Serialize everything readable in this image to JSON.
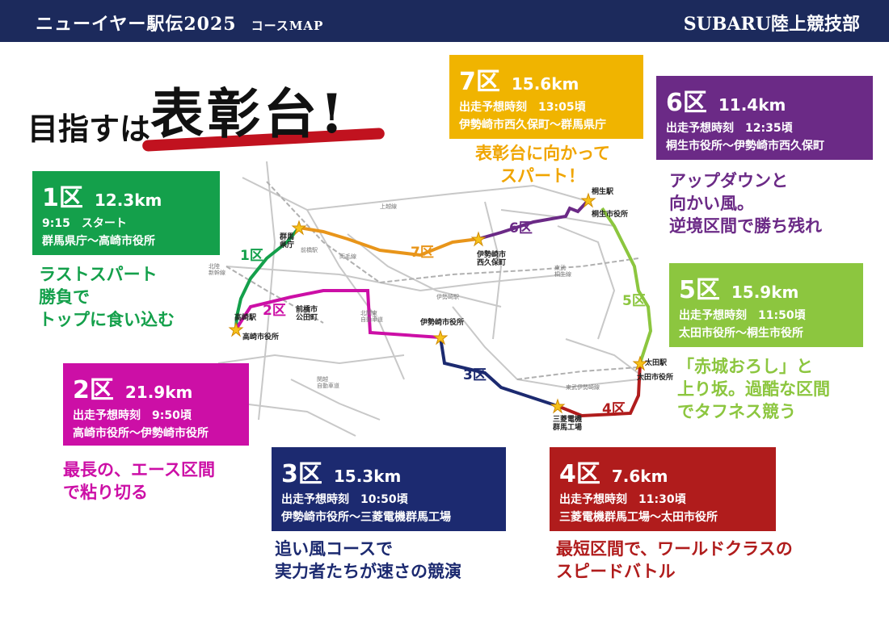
{
  "header": {
    "title": "ニューイヤー駅伝2025",
    "subtitle": "コースMAP",
    "team": "SUBARU陸上競技部"
  },
  "slogan": {
    "prefix": "目指すは",
    "main": "表彰台!"
  },
  "map_labels": {
    "gunma_pref": "群馬\n県庁",
    "maebashi_st": "前橋駅",
    "maebashi_city": "前橋市\n公田町",
    "takasaki_st": "高崎駅",
    "takasaki_city": "高崎市役所",
    "isesaki_city": "伊勢崎市役所",
    "isesaki_st": "伊勢崎駅",
    "mitsubishi": "三菱電機\n群馬工場",
    "ota_st": "太田駅",
    "ota_city": "太田市役所",
    "kiryu_st": "桐生駅",
    "kiryu_city": "桐生市役所",
    "nishikubo": "伊勢崎市\n西久保町",
    "joetsu": "上越線",
    "ryomo": "両毛線",
    "hokuriku": "北陸\n新幹線",
    "kitakanto": "北関東\n自動車道",
    "kanetsu": "関越\n自動車道",
    "tobu": "東武伊勢崎線",
    "tobu_kiryu": "東武\n桐生線"
  },
  "sections": [
    {
      "id": "1",
      "label": "1区",
      "dist": "12.3km",
      "line1": "9:15　スタート",
      "line2": "群馬県庁〜高崎市役所",
      "tagline": "ラストスパート\n勝負で\nトップに食い込む",
      "color": "#14a04b"
    },
    {
      "id": "2",
      "label": "2区",
      "dist": "21.9km",
      "line1": "出走予想時刻　9:50頃",
      "line2": "高崎市役所〜伊勢崎市役所",
      "tagline": "最長の、エース区間\nで粘り切る",
      "color": "#cc0fa6"
    },
    {
      "id": "3",
      "label": "3区",
      "dist": "15.3km",
      "line1": "出走予想時刻　10:50頃",
      "line2": "伊勢崎市役所〜三菱電機群馬工場",
      "tagline": "追い風コースで\n実力者たちが速さの競演",
      "color": "#1c2a70"
    },
    {
      "id": "4",
      "label": "4区",
      "dist": "7.6km",
      "line1": "出走予想時刻　11:30頃",
      "line2": "三菱電機群馬工場〜太田市役所",
      "tagline": "最短区間で、ワールドクラスの\nスピードバトル",
      "color": "#b01c1c"
    },
    {
      "id": "5",
      "label": "5区",
      "dist": "15.9km",
      "line1": "出走予想時刻　11:50頃",
      "line2": "太田市役所〜桐生市役所",
      "tagline": "「赤城おろし」と\n上り坂。過酷な区間\nでタフネス競う",
      "color": "#8cc63f"
    },
    {
      "id": "6",
      "label": "6区",
      "dist": "11.4km",
      "line1": "出走予想時刻　12:35頃",
      "line2": "桐生市役所〜伊勢崎市西久保町",
      "tagline": "アップダウンと\n向かい風。\n逆境区間で勝ち残れ",
      "color": "#6b2a86"
    },
    {
      "id": "7",
      "label": "7区",
      "dist": "15.6km",
      "line1": "出走予想時刻　13:05頃",
      "line2": "伊勢崎市西久保町〜群馬県庁",
      "tagline": "表彰台に向かって\nスパート！",
      "color": "#f0b400"
    }
  ]
}
